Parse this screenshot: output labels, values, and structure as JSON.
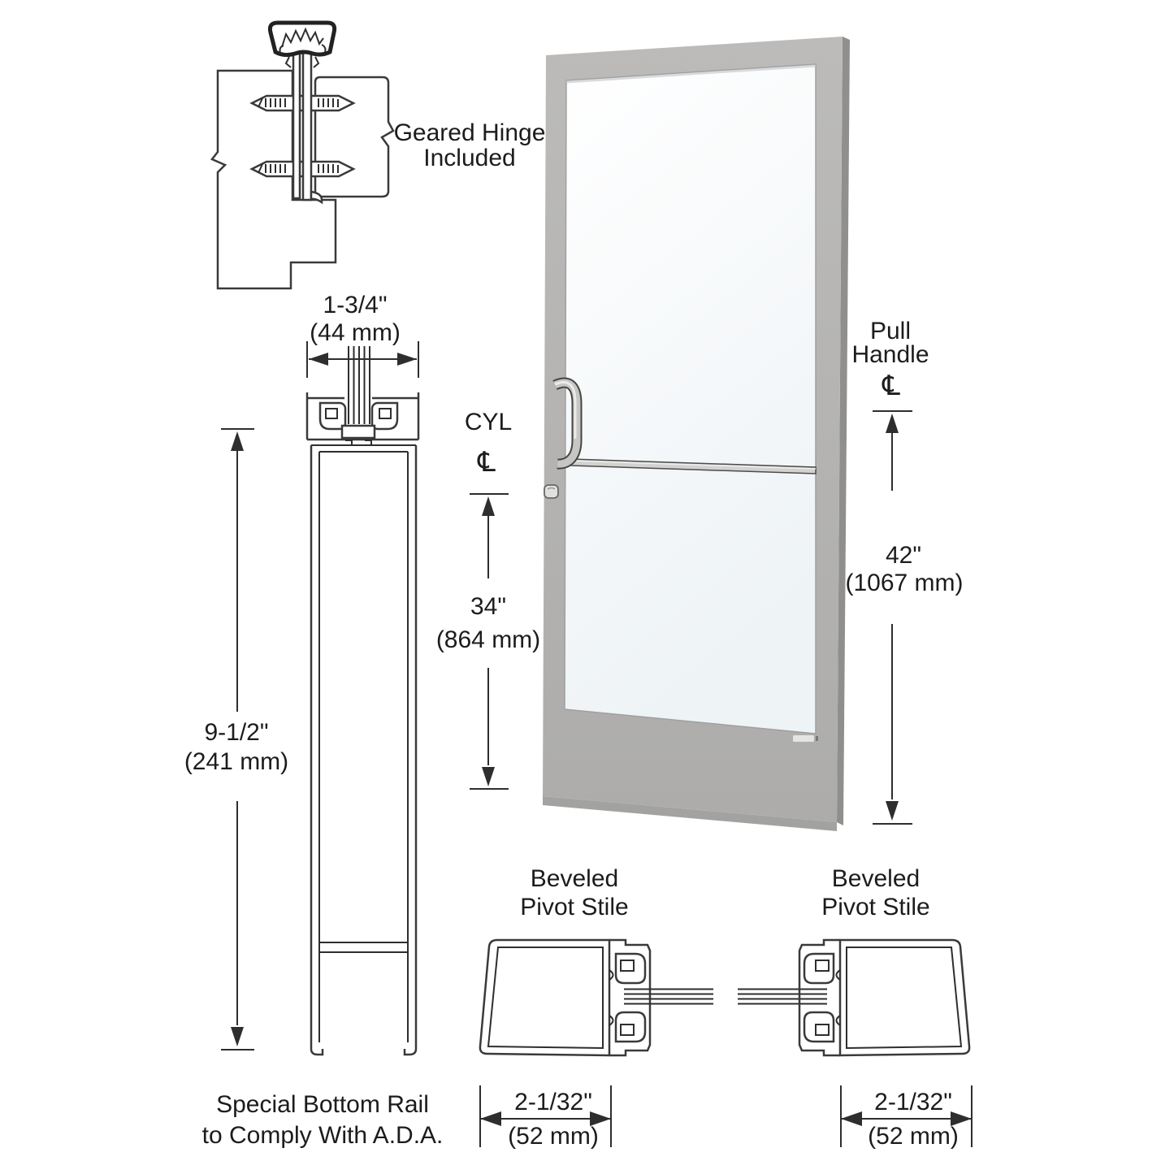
{
  "figures": {
    "hinge_detail": {
      "label_line1": "Geared Hinge",
      "label_line2": "Included"
    },
    "bottom_rail_section": {
      "width_dim_in": "1-3/4\"",
      "width_dim_mm": "(44 mm)",
      "height_dim_in": "9-1/2\"",
      "height_dim_mm": "(241 mm)",
      "note_line1": "Special Bottom Rail",
      "note_line2": "to Comply With A.D.A."
    },
    "door_elevation": {
      "cyl_label": "CYL",
      "cyl_centerline": "℄",
      "cyl_dim_in": "34\"",
      "cyl_dim_mm": "(864 mm)",
      "pull_label_line1": "Pull",
      "pull_label_line2": "Handle",
      "pull_centerline": "℄",
      "pull_dim_in": "42\"",
      "pull_dim_mm": "(1067 mm)"
    },
    "pivot_stile_left": {
      "label_line1": "Beveled",
      "label_line2": "Pivot Stile",
      "width_dim_in": "2-1/32\"",
      "width_dim_mm": "(52 mm)"
    },
    "pivot_stile_right": {
      "label_line1": "Beveled",
      "label_line2": "Pivot Stile",
      "width_dim_in": "2-1/32\"",
      "width_dim_mm": "(52 mm)"
    }
  },
  "colors": {
    "line_art": "#3a3a3a",
    "door_face": "#b6b5b3",
    "door_side_edge": "#8f8f8d",
    "door_bottom_edge": "#a2a2a0",
    "glass": "#f4f8fa",
    "metal_hardware": "#c9c9c7",
    "background": "#ffffff"
  }
}
